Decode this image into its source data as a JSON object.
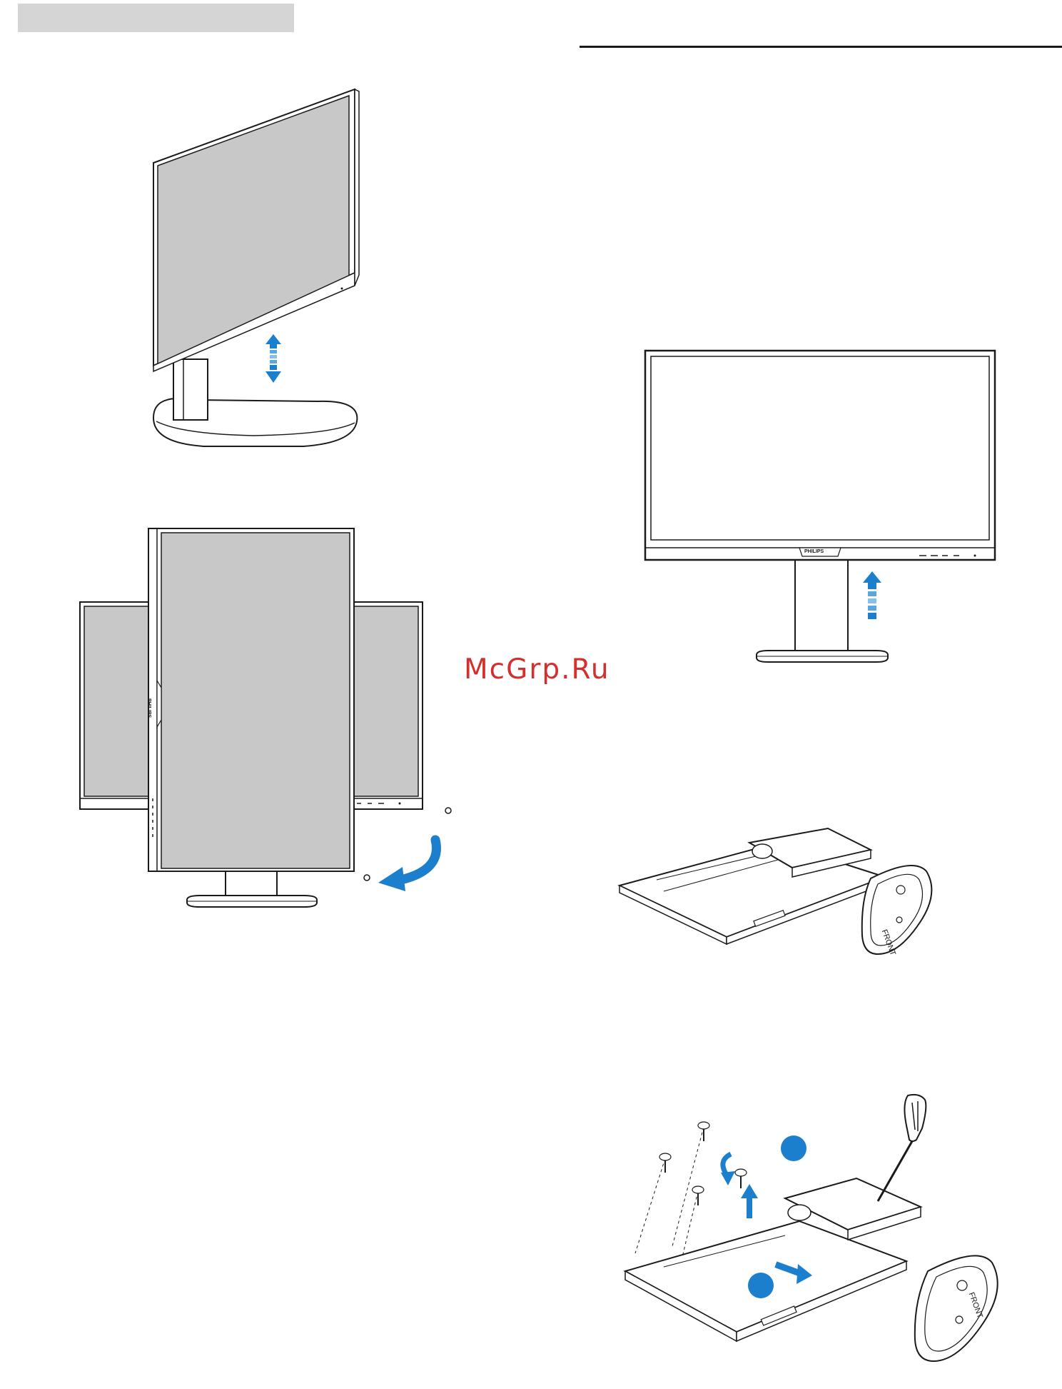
{
  "brand": {
    "logo_text": "PHILIPS"
  },
  "base": {
    "label": "FRONT"
  },
  "watermark": {
    "text": "McGrp.Ru"
  },
  "colors": {
    "accent_blue": "#1b7fce",
    "screen_gray": "#c8c8c8",
    "outline": "#1a1a1a",
    "header_gray": "#d5d5d5",
    "watermark_red": "#d32f2f"
  },
  "icons": {
    "height_adjust": "double-arrow-up-down-icon",
    "pivot": "curved-arrow-icon",
    "lift": "arrow-up-icon",
    "screwdriver": "screwdriver-icon"
  }
}
